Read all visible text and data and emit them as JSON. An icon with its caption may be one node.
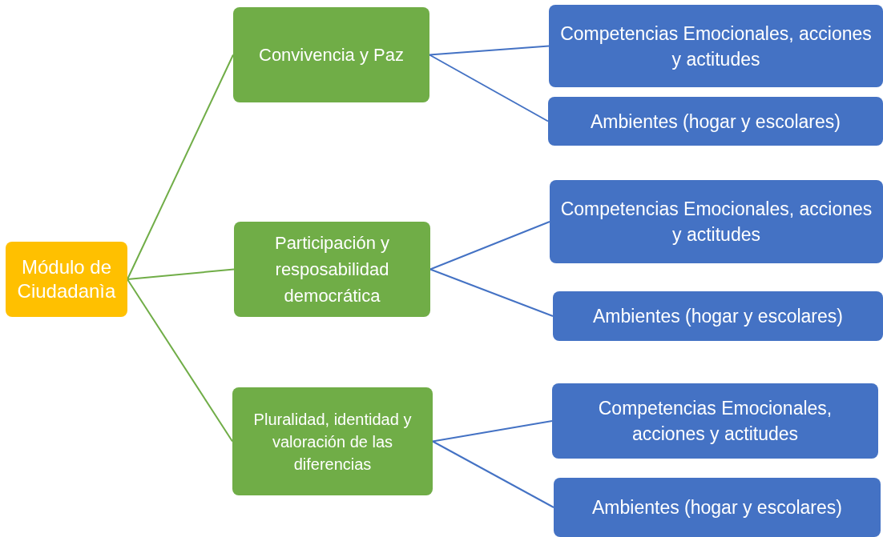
{
  "diagram": {
    "nodes": [
      {
        "text": [
          "Módulo de Ciudadanìa"
        ]
      },
      {
        "text": [
          "Convivencia y Paz"
        ]
      },
      {
        "text": [
          "Participación y resposabilidad democrática"
        ]
      },
      {
        "text": [
          "Pluralidad, identidad y valoración de las diferencias"
        ]
      },
      {
        "text": [
          "Competencias Emocionales, acciones y actitudes"
        ]
      },
      {
        "text": [
          "Ambientes (hogar y escolares)"
        ]
      },
      {
        "text": [
          "Competencias Emocionales, acciones y actitudes"
        ]
      },
      {
        "text": [
          "Ambientes (hogar y escolares)"
        ]
      },
      {
        "text": [
          "Competencias Emocionales, acciones y actitudes"
        ]
      },
      {
        "text": [
          "Ambientes (hogar y escolares)"
        ]
      }
    ],
    "edges": [
      {
        "from": 0,
        "to": 1,
        "arrow": "none",
        "color": "#70ad47"
      },
      {
        "from": 0,
        "to": 2,
        "arrow": "none",
        "color": "#70ad47"
      },
      {
        "from": 0,
        "to": 3,
        "arrow": "none",
        "color": "#70ad47"
      },
      {
        "from": 1,
        "to": 4,
        "arrow": "none"
      },
      {
        "from": 1,
        "to": 5,
        "arrow": "none"
      },
      {
        "from": 2,
        "to": 6,
        "arrow": "none"
      },
      {
        "from": 2,
        "to": 7,
        "arrow": "none"
      },
      {
        "from": 3,
        "to": 8,
        "arrow": "none"
      },
      {
        "from": 3,
        "to": 9,
        "arrow": "none"
      }
    ]
  }
}
